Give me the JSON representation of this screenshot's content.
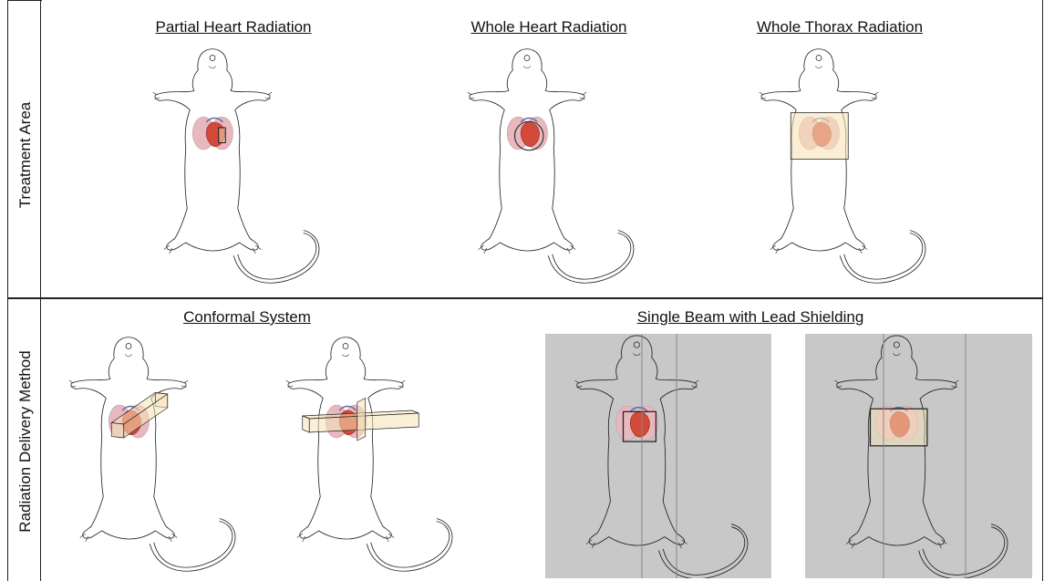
{
  "row_labels": {
    "treatment_area": "Treatment Area",
    "delivery_method": "Radiation Delivery Method"
  },
  "treatment_area": {
    "partial_heart": "Partial Heart Radiation",
    "whole_heart": "Whole Heart Radiation",
    "whole_thorax": "Whole Thorax Radiation"
  },
  "delivery_method": {
    "conformal": "Conformal System",
    "single_beam": "Single Beam with Lead Shielding"
  },
  "colors": {
    "line": "#222222",
    "lung": "#e8b8bf",
    "heart": "#d24a3a",
    "field": "#f6e3b8",
    "shield": "#c8c8c8"
  }
}
